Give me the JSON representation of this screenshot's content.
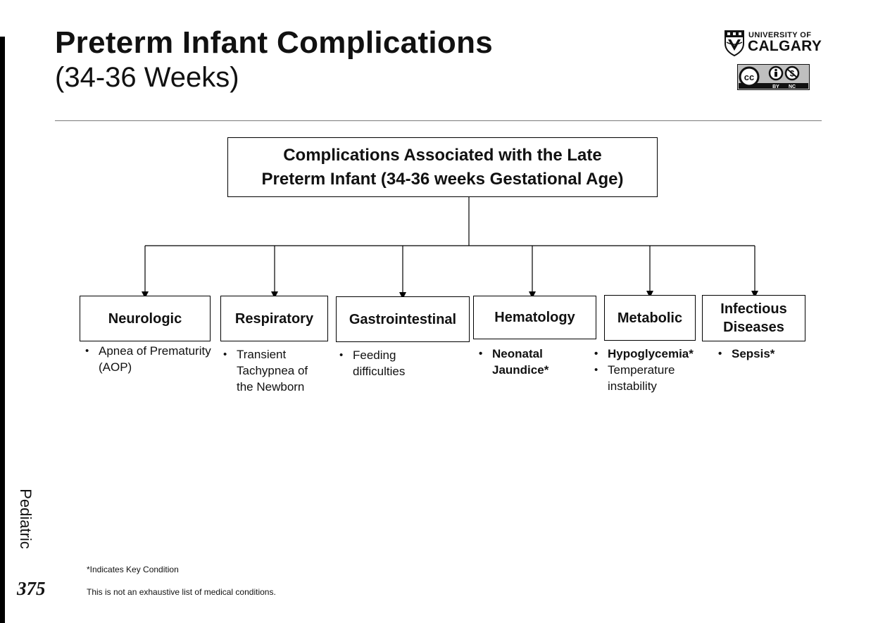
{
  "header": {
    "title": "Preterm Infant Complications",
    "subtitle": "(34-36 Weeks)",
    "logo_line1": "UNIVERSITY OF",
    "logo_line2": "CALGARY",
    "license_label_by": "BY",
    "license_label_nc": "NC"
  },
  "diagram": {
    "root": {
      "line1": "Complications Associated with the Late",
      "line2": "Preterm Infant (34-36 weeks Gestational Age)"
    },
    "categories": [
      {
        "name": "Neurologic",
        "items": [
          {
            "text": "Apnea of Prematurity (AOP)",
            "key": false
          }
        ]
      },
      {
        "name": "Respiratory",
        "items": [
          {
            "text": "Transient Tachypnea of the Newborn",
            "key": false
          }
        ]
      },
      {
        "name": "Gastrointestinal",
        "items": [
          {
            "text": "Feeding difficulties",
            "key": false
          }
        ]
      },
      {
        "name": "Hematology",
        "items": [
          {
            "text": "Neonatal Jaundice*",
            "key": true
          }
        ]
      },
      {
        "name": "Metabolic",
        "items": [
          {
            "text": "Hypoglycemia*",
            "key": true
          },
          {
            "text": "Temperature instability",
            "key": false
          }
        ]
      },
      {
        "name": "Infectious Diseases",
        "items": [
          {
            "text": "Sepsis*",
            "key": true
          }
        ]
      }
    ]
  },
  "sidebar": {
    "label": "Pediatric",
    "page_number": "375"
  },
  "footer": {
    "key_note": "*Indicates Key Condition",
    "disclaimer": "This is not an exhaustive list of medical conditions."
  }
}
